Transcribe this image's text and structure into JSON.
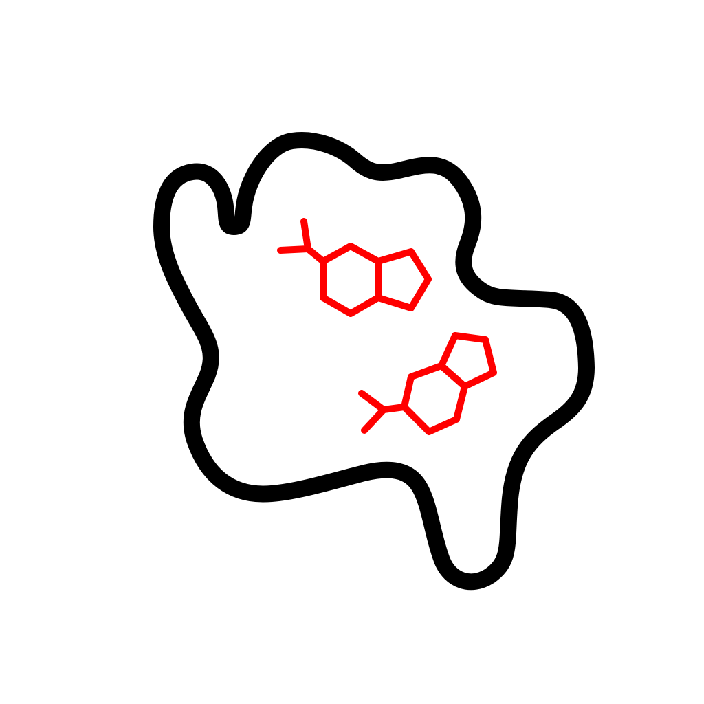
{
  "colors": {
    "background": "#ffffff",
    "outline": "#000000",
    "molecule": "#ff0000"
  },
  "elements": {
    "outline": "blob-outline",
    "molecules": [
      "bicyclic-molecule-upper",
      "bicyclic-molecule-lower"
    ]
  }
}
